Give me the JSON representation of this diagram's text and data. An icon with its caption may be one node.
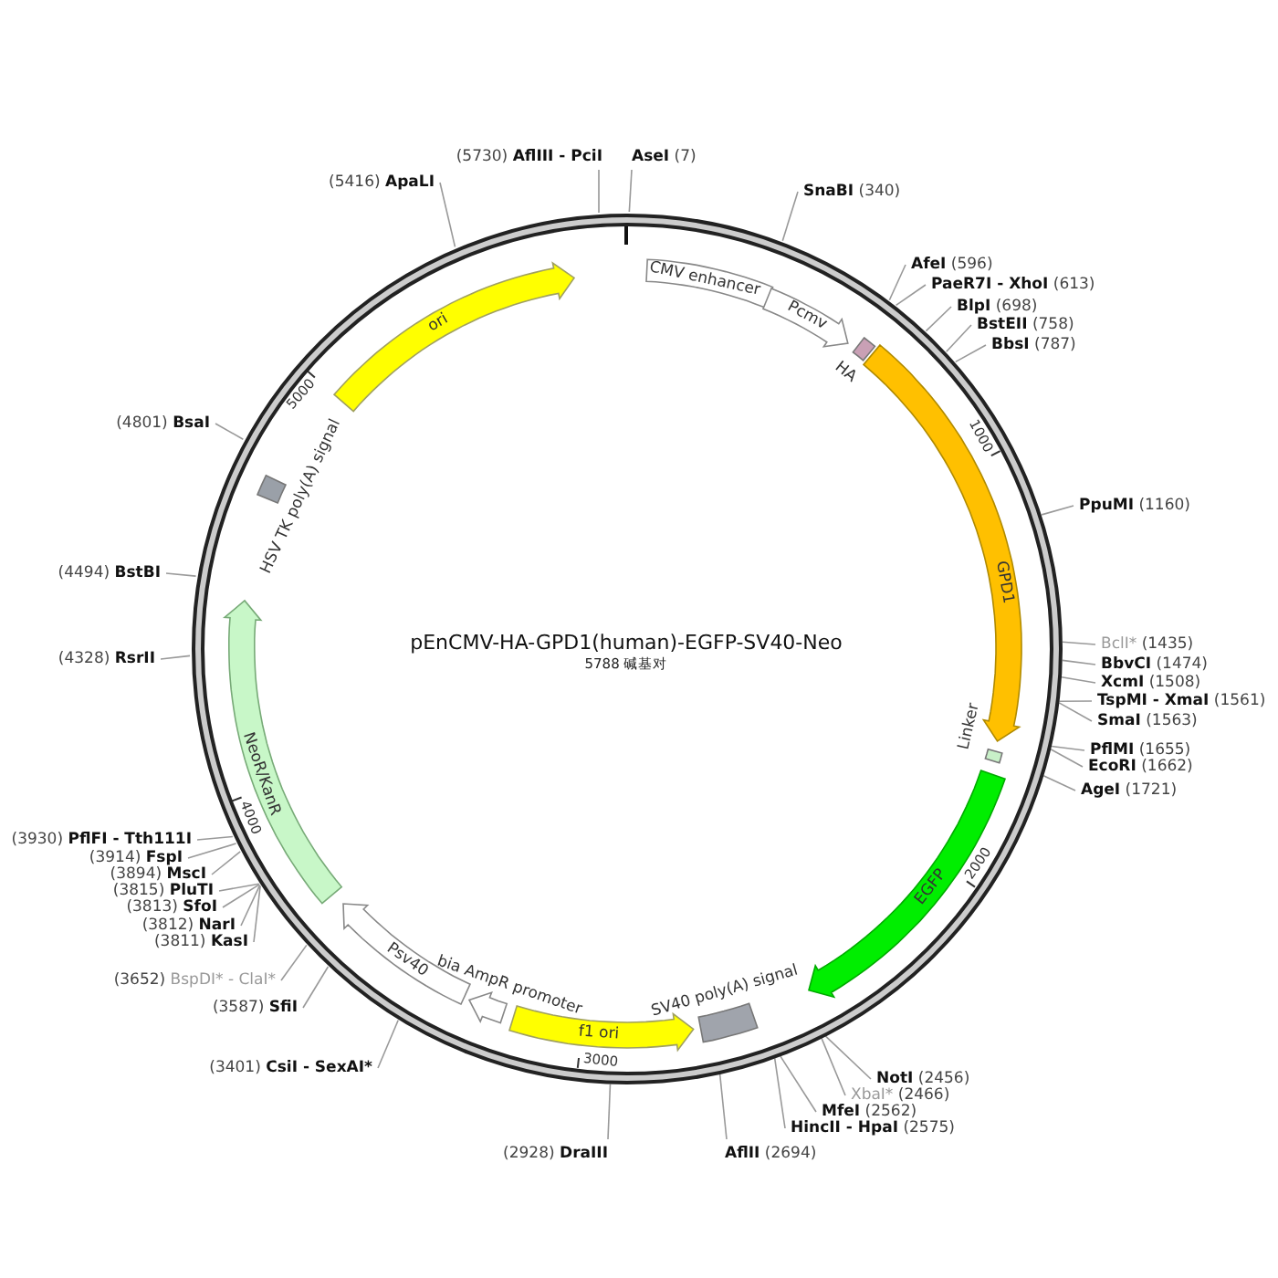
{
  "diagram": {
    "title": "pEnCMV-HA-GPD1(human)-EGFP-SV40-Neo",
    "nodes": [
      {
        "text": [
          "(5730)",
          "AflIII - PciI"
        ]
      },
      {
        "text": [
          "AseI",
          "(7)"
        ]
      },
      {
        "text": [
          "(5416)",
          "ApaLI"
        ]
      },
      {
        "text": [
          "SnaBI",
          "(340)"
        ]
      },
      {
        "text": [
          "AfeI",
          "(596)"
        ]
      },
      {
        "text": [
          "PaeR7I - XhoI",
          "(613)"
        ]
      },
      {
        "text": [
          "BlpI",
          "(698)"
        ]
      },
      {
        "text": [
          "BstEII",
          "(758)"
        ]
      },
      {
        "text": [
          "BbsI",
          "(787)"
        ]
      },
      {
        "text": [
          "PpuMI",
          "(1160)"
        ]
      },
      {
        "text": [
          "BclI*",
          "(1435)"
        ]
      },
      {
        "text": [
          "BbvCI",
          "(1474)"
        ]
      },
      {
        "text": [
          "XcmI",
          "(1508)"
        ]
      },
      {
        "text": [
          "TspMI - XmaI",
          "(1561)"
        ]
      },
      {
        "text": [
          "SmaI",
          "(1563)"
        ]
      },
      {
        "text": [
          "PflMI",
          "(1655)"
        ]
      },
      {
        "text": [
          "EcoRI",
          "(1662)"
        ]
      },
      {
        "text": [
          "AgeI",
          "(1721)"
        ]
      },
      {
        "text": [
          "NotI",
          "(2456)"
        ]
      },
      {
        "text": [
          "XbaI*",
          "(2466)"
        ]
      },
      {
        "text": [
          "MfeI",
          "(2562)"
        ]
      },
      {
        "text": [
          "HincII - HpaI",
          "(2575)"
        ]
      },
      {
        "text": [
          "AflII",
          "(2694)"
        ]
      },
      {
        "text": [
          "(2928)",
          "DraIII"
        ]
      },
      {
        "text": [
          "(3401)",
          "CsiI - SexAI*"
        ]
      },
      {
        "text": [
          "(3587)",
          "SfiI"
        ]
      },
      {
        "text": [
          "(3652)",
          "BspDI* - ClaI*"
        ]
      },
      {
        "text": [
          "(3811)",
          "KasI"
        ]
      },
      {
        "text": [
          "(3812)",
          "NarI"
        ]
      },
      {
        "text": [
          "(3813)",
          "SfoI"
        ]
      },
      {
        "text": [
          "(3815)",
          "PluTI"
        ]
      },
      {
        "text": [
          "(3894)",
          "MscI"
        ]
      },
      {
        "text": [
          "(3914)",
          "FspI"
        ]
      },
      {
        "text": [
          "(3930)",
          "PflFI - Tth111I"
        ]
      },
      {
        "text": [
          "(4328)",
          "RsrII"
        ]
      },
      {
        "text": [
          "(4494)",
          "BstBI"
        ]
      },
      {
        "text": [
          "(4801)",
          "BsaI"
        ]
      },
      {
        "text": [],
        "shape": "circle"
      },
      {
        "text": [
          "ori"
        ],
        "in": 37
      },
      {
        "text": [
          "CMV enhancer"
        ],
        "in": 37
      },
      {
        "text": [
          "Pcmv"
        ],
        "in": 37
      },
      {
        "text": [
          "HA"
        ],
        "in": 37
      },
      {
        "text": [
          "GPD1"
        ],
        "in": 37
      },
      {
        "text": [
          "Linker"
        ],
        "in": 37
      },
      {
        "text": [
          "EGFP"
        ],
        "in": 37
      },
      {
        "text": [
          "SV40 poly(A) signal"
        ],
        "in": 37
      },
      {
        "text": [
          "f1 ori"
        ],
        "in": 37
      },
      {
        "text": [
          "bia AmpR promoter"
        ],
        "in": 37
      },
      {
        "text": [
          "Psv40"
        ],
        "in": 37
      },
      {
        "text": [
          "NeoR/KanR"
        ],
        "in": 37
      },
      {
        "text": [
          "HSV TK poly(A) signal"
        ],
        "in": 37
      }
    ],
    "edges": [
      {
        "from": 0,
        "to": 37,
        "arrow": "none"
      },
      {
        "from": 1,
        "to": 37,
        "arrow": "none"
      },
      {
        "from": 2,
        "to": 37,
        "arrow": "none"
      },
      {
        "from": 3,
        "to": 37,
        "arrow": "none"
      },
      {
        "from": 4,
        "to": 37,
        "arrow": "none"
      },
      {
        "from": 5,
        "to": 37,
        "arrow": "none"
      },
      {
        "from": 6,
        "to": 37,
        "arrow": "none"
      },
      {
        "from": 7,
        "to": 37,
        "arrow": "none"
      },
      {
        "from": 8,
        "to": 37,
        "arrow": "none"
      },
      {
        "from": 9,
        "to": 37,
        "arrow": "none"
      },
      {
        "from": 10,
        "to": 37,
        "arrow": "none"
      },
      {
        "from": 11,
        "to": 37,
        "arrow": "none"
      },
      {
        "from": 12,
        "to": 37,
        "arrow": "none"
      },
      {
        "from": 13,
        "to": 37,
        "arrow": "none"
      },
      {
        "from": 14,
        "to": 37,
        "arrow": "none"
      },
      {
        "from": 15,
        "to": 37,
        "arrow": "none"
      },
      {
        "from": 16,
        "to": 37,
        "arrow": "none"
      },
      {
        "from": 17,
        "to": 37,
        "arrow": "none"
      },
      {
        "from": 18,
        "to": 37,
        "arrow": "none"
      },
      {
        "from": 19,
        "to": 37,
        "arrow": "none"
      },
      {
        "from": 20,
        "to": 37,
        "arrow": "none"
      },
      {
        "from": 21,
        "to": 37,
        "arrow": "none"
      },
      {
        "from": 22,
        "to": 37,
        "arrow": "none"
      },
      {
        "from": 23,
        "to": 37,
        "arrow": "none"
      },
      {
        "from": 24,
        "to": 37,
        "arrow": "none"
      },
      {
        "from": 25,
        "to": 37,
        "arrow": "none"
      },
      {
        "from": 26,
        "to": 37,
        "arrow": "none"
      },
      {
        "from": 27,
        "to": 37,
        "arrow": "none"
      },
      {
        "from": 28,
        "to": 37,
        "arrow": "none"
      },
      {
        "from": 29,
        "to": 37,
        "arrow": "none"
      },
      {
        "from": 30,
        "to": 37,
        "arrow": "none"
      },
      {
        "from": 31,
        "to": 37,
        "arrow": "none"
      },
      {
        "from": 32,
        "to": 37,
        "arrow": "none"
      },
      {
        "from": 33,
        "to": 37,
        "arrow": "none"
      },
      {
        "from": 34,
        "to": 37,
        "arrow": "none"
      },
      {
        "from": 35,
        "to": 37,
        "arrow": "none"
      },
      {
        "from": 36,
        "to": 37,
        "arrow": "none"
      }
    ],
    "labels": [
      "5788 碱基对",
      "1000",
      "2000",
      "3000",
      "4000",
      "5000"
    ]
  }
}
